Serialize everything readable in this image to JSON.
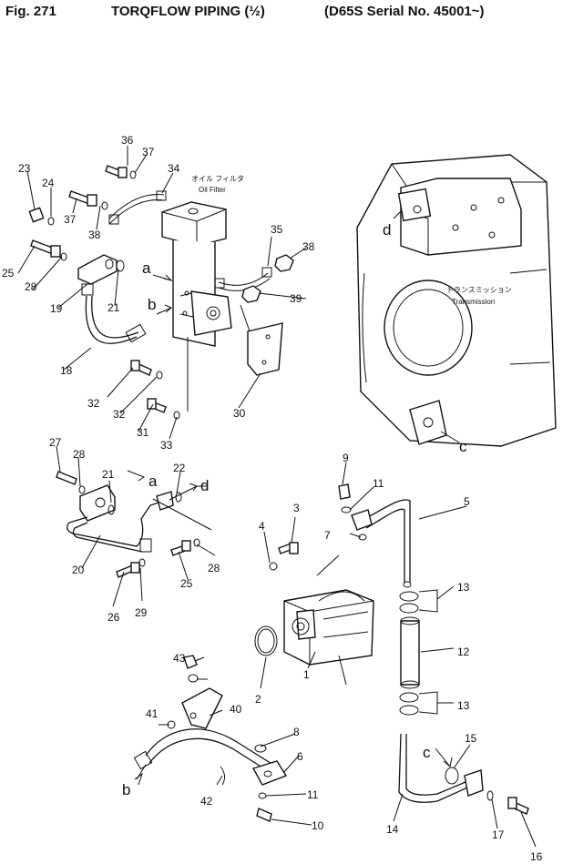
{
  "header": {
    "fig": "Fig. 271",
    "title": "TORQFLOW PIPING (½)",
    "serial": "(D65S Serial No. 45001~)"
  },
  "notes": {
    "oil_filter_jp": "オイル フィルタ",
    "oil_filter_en": "Oil Filter",
    "transmission_jp": "トランスミッション",
    "transmission_en": "Transmission"
  },
  "callouts": [
    "1",
    "2",
    "3",
    "4",
    "5",
    "6",
    "7",
    "8",
    "9",
    "10",
    "11",
    "11",
    "12",
    "13",
    "13",
    "14",
    "15",
    "16",
    "17",
    "18",
    "19",
    "20",
    "21",
    "21",
    "22",
    "23",
    "24",
    "25",
    "25",
    "26",
    "27",
    "28",
    "28",
    "28",
    "29",
    "30",
    "31",
    "32",
    "32",
    "33",
    "34",
    "35",
    "36",
    "37",
    "37",
    "38",
    "38",
    "39",
    "40",
    "41",
    "42",
    "43"
  ],
  "letters": [
    "a",
    "a",
    "b",
    "b",
    "c",
    "c",
    "d",
    "d"
  ]
}
